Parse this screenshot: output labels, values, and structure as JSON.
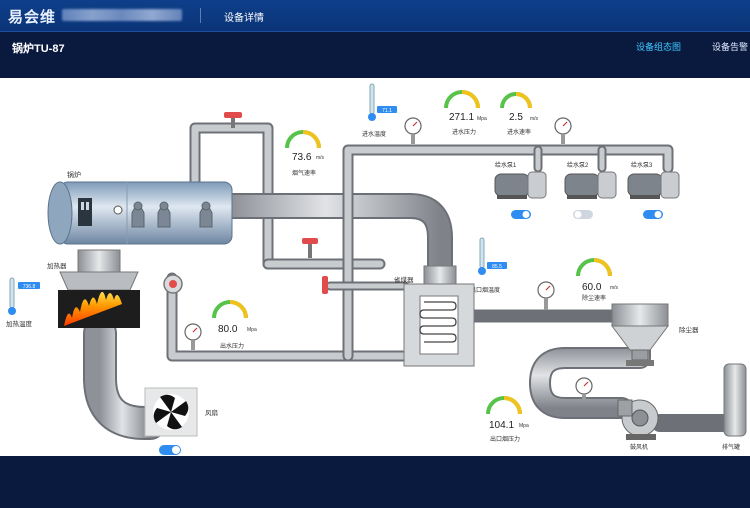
{
  "header": {
    "logo": "易会维",
    "nav_label": "设备详情"
  },
  "subheader": {
    "title": "锅炉TU-87",
    "tabs": [
      "设备组态图",
      "设备告警"
    ]
  },
  "diagram": {
    "boiler_label": "锅炉",
    "heater_label": "加热器",
    "heater_temp_label": "加热温度",
    "heater_temp_value": "736.8",
    "fan_label": "风扇",
    "smoke_speed": {
      "value": "73.6",
      "unit": "m/s",
      "label": "烟气速率"
    },
    "outlet_pressure": {
      "value": "80.0",
      "unit": "Mpa",
      "label": "出水压力"
    },
    "water_temp_label": "进水温度",
    "water_temp_value": "71.1",
    "inlet_pressure": {
      "value": "271.1",
      "unit": "Mpa",
      "label": "进水压力"
    },
    "inlet_speed": {
      "value": "2.5",
      "unit": "m/s",
      "label": "进水速率"
    },
    "pumps": [
      {
        "label": "给水泵1",
        "on": true
      },
      {
        "label": "给水泵2",
        "on": false
      },
      {
        "label": "给水泵3",
        "on": true
      }
    ],
    "economizer_label": "省煤器",
    "flue_temp_label": "出口烟温度",
    "flue_temp_value": "85.5",
    "dust_speed": {
      "value": "60.0",
      "unit": "m/s",
      "label": "除尘速率"
    },
    "dust_collector_label": "除尘器",
    "flue_pressure": {
      "value": "104.1",
      "unit": "Mpa",
      "label": "出口烟压力"
    },
    "blower_label": "鼓风机",
    "chimney_label": "排气罐",
    "fan_on": true
  },
  "colors": {
    "accent": "#3ec7ff",
    "toggle_on": "#2f8cf0",
    "toggle_off": "#d0d6e0",
    "pipe": "#a9adb3",
    "gauge_green": "#58c34a",
    "gauge_yellow": "#f1c21b",
    "gauge_blue": "#2f8cf0"
  }
}
